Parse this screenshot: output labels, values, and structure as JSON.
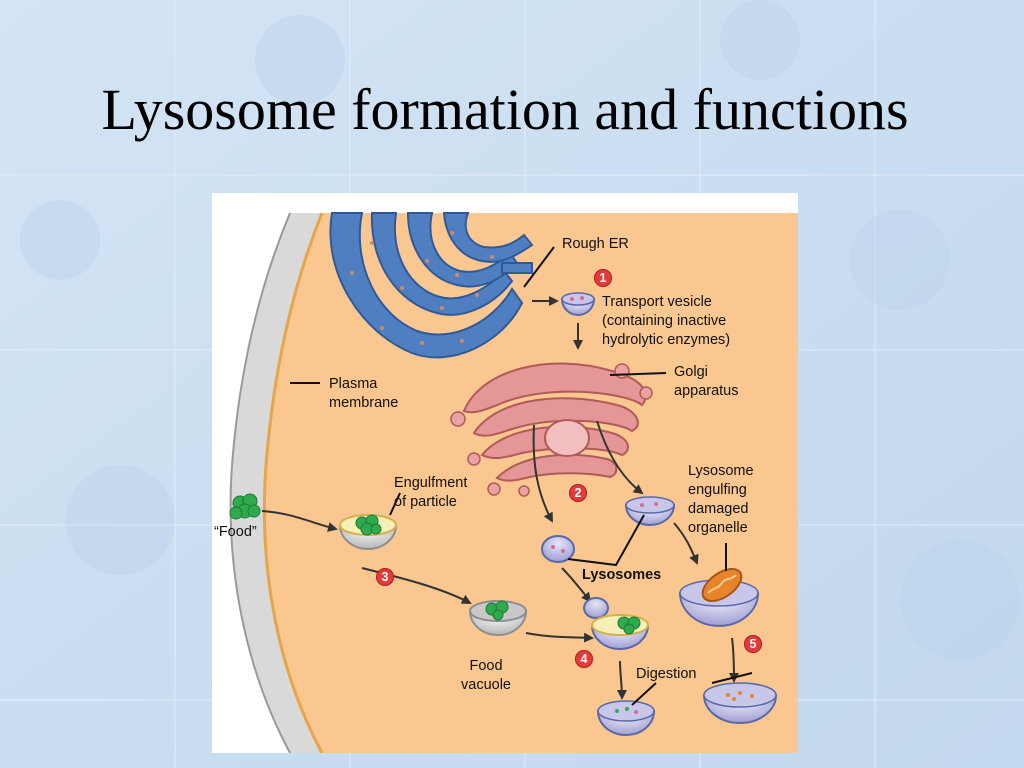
{
  "slide": {
    "title": "Lysosome formation and functions"
  },
  "diagram": {
    "labels": {
      "rough_er": "Rough ER",
      "transport_vesicle": "Transport vesicle\n(containing inactive\nhydrolytic enzymes)",
      "golgi": "Golgi\napparatus",
      "plasma_membrane": "Plasma\nmembrane",
      "engulfment": "Engulfment\nof particle",
      "food": "“Food”",
      "lysosome_engulfing": "Lysosome\nengulfing\ndamaged\norganelle",
      "lysosomes": "Lysosomes",
      "food_vacuole": "Food\nvacuole",
      "digestion": "Digestion"
    },
    "steps": [
      "1",
      "2",
      "3",
      "4",
      "5"
    ],
    "colors": {
      "cytoplasm": "#f9c78f",
      "membrane": "#c8c8c8",
      "rough_er": "#4f7fc0",
      "golgi": "#e08a8a",
      "vesicle": "#a9a8d8",
      "food": "#2faa4e",
      "mitochondrion": "#e8842c",
      "step_badge": "#e33a3a"
    }
  }
}
